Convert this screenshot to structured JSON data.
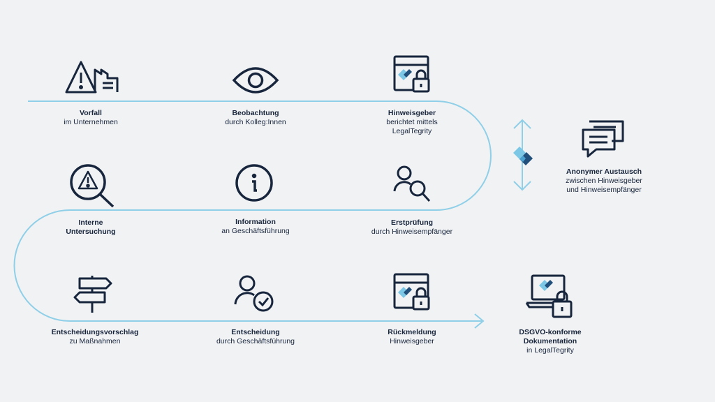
{
  "steps": [
    {
      "title": "Vorfall",
      "subtitle": "im Unternehmen"
    },
    {
      "title": "Beobachtung",
      "subtitle": "durch Kolleg:Innen"
    },
    {
      "title": "Hinweisgeber",
      "subtitle": "berichtet mittels\nLegalTegrity"
    },
    {
      "title": "Interne\nUntersuchung",
      "subtitle": ""
    },
    {
      "title": "Information",
      "subtitle": "an Geschäftsführung"
    },
    {
      "title": "Erstprüfung",
      "subtitle": "durch Hinweisempfänger"
    },
    {
      "title": "Entscheidungsvorschlag",
      "subtitle": "zu Maßnahmen"
    },
    {
      "title": "Entscheidung",
      "subtitle": "durch Geschäftsführung"
    },
    {
      "title": "Rückmeldung",
      "subtitle": "Hinweisgeber"
    }
  ],
  "side": {
    "title": "Anonymer Austausch",
    "subtitle": "zwischen Hinweisgeber\nund Hinweisempfänger"
  },
  "final": {
    "title": "DSGVO-konforme\nDokumentation",
    "subtitle": "in LegalTegrity"
  },
  "colors": {
    "path": "#8fcfe8",
    "ink": "#17253d",
    "brand_light": "#7cc7e6",
    "brand_dark": "#1f4f7a"
  }
}
